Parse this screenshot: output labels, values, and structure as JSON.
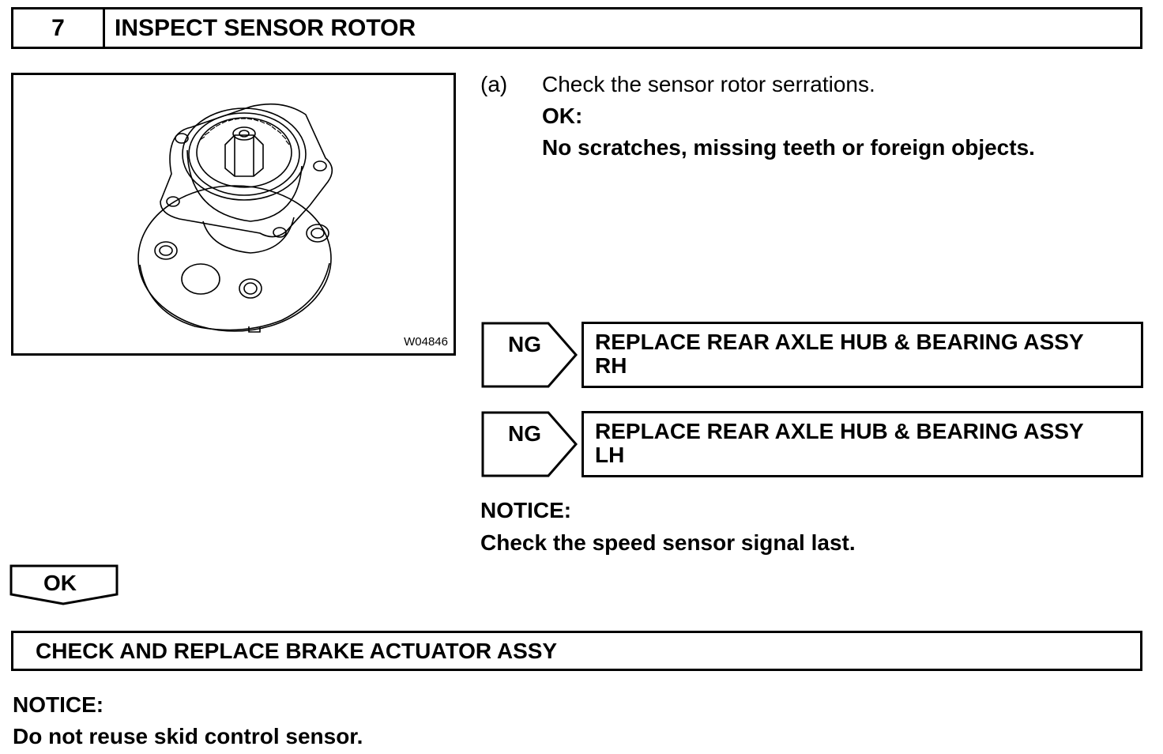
{
  "step": {
    "number": "7",
    "title": "INSPECT SENSOR ROTOR"
  },
  "illustration": {
    "figure_id": "W04846"
  },
  "instruction": {
    "marker": "(a)",
    "text": "Check the sensor rotor serrations.",
    "ok_label": "OK:",
    "ok_text": "No scratches, missing teeth or foreign objects."
  },
  "ng_results": [
    {
      "label": "NG",
      "action_line1": "REPLACE REAR AXLE HUB & BEARING ASSY",
      "action_line2": "RH"
    },
    {
      "label": "NG",
      "action_line1": "REPLACE REAR AXLE HUB & BEARING ASSY",
      "action_line2": "LH"
    }
  ],
  "notice1": {
    "label": "NOTICE:",
    "text": "Check the speed sensor signal last."
  },
  "ok_result": {
    "label": "OK"
  },
  "final_step": {
    "title": "CHECK AND REPLACE BRAKE ACTUATOR ASSY"
  },
  "notice2": {
    "label": "NOTICE:",
    "text": "Do not reuse skid control sensor."
  }
}
